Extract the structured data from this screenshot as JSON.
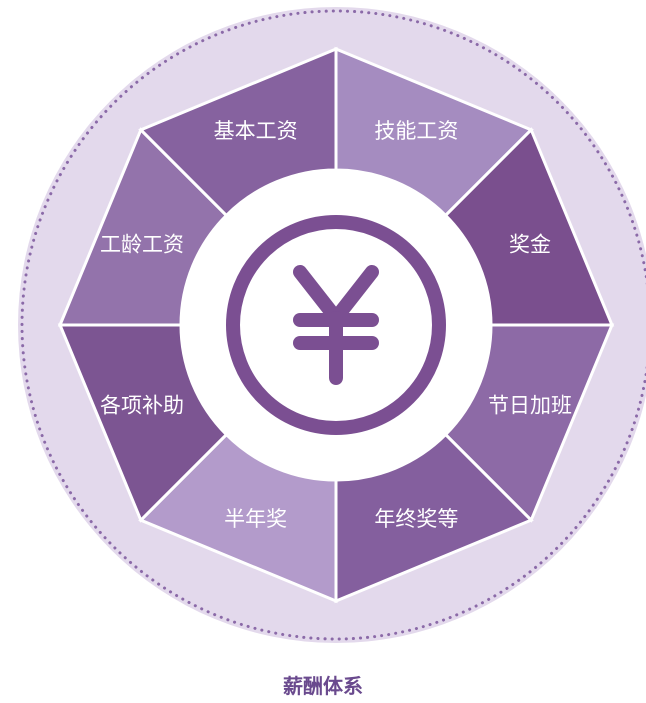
{
  "diagram": {
    "center_icon": "yuan-currency-icon",
    "segments": [
      {
        "label": "技能工资",
        "color": "#a58cc0"
      },
      {
        "label": "奖金",
        "color": "#7a4f8e"
      },
      {
        "label": "节日加班",
        "color": "#8d6aa6"
      },
      {
        "label": "年终奖等",
        "color": "#845f9e"
      },
      {
        "label": "半年奖",
        "color": "#b39bcb"
      },
      {
        "label": "各项补助",
        "color": "#7c5592"
      },
      {
        "label": "工龄工资",
        "color": "#9373ab"
      },
      {
        "label": "基本工资",
        "color": "#86629f"
      }
    ],
    "colors": {
      "ring": "#e3d9ec",
      "ring_dots": "#8b6aa8",
      "icon": "#7b4f92",
      "divider": "#ffffff"
    }
  },
  "caption": "薪酬体系"
}
